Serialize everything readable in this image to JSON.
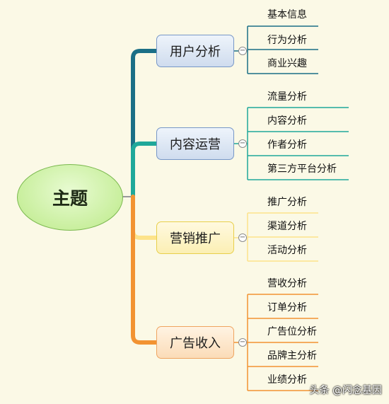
{
  "root": {
    "label": "主题",
    "color": "#c9ef9e"
  },
  "toggle_symbol": "−",
  "branches": [
    {
      "id": "user",
      "label": "用户分析",
      "color": "#1b6f86",
      "leaves": [
        "基本信息",
        "行为分析",
        "商业兴趣"
      ]
    },
    {
      "id": "content",
      "label": "内容运营",
      "color": "#1fa89a",
      "leaves": [
        "流量分析",
        "内容分析",
        "作者分析",
        "第三方平台分析"
      ]
    },
    {
      "id": "market",
      "label": "营销推广",
      "color": "#fde38a",
      "leaves": [
        "推广分析",
        "渠道分析",
        "活动分析"
      ]
    },
    {
      "id": "ads",
      "label": "广告收入",
      "color": "#f29332",
      "leaves": [
        "营收分析",
        "订单分析",
        "广告位分析",
        "品牌主分析",
        "业绩分析"
      ]
    }
  ],
  "watermark": "头条 @闪念基因"
}
